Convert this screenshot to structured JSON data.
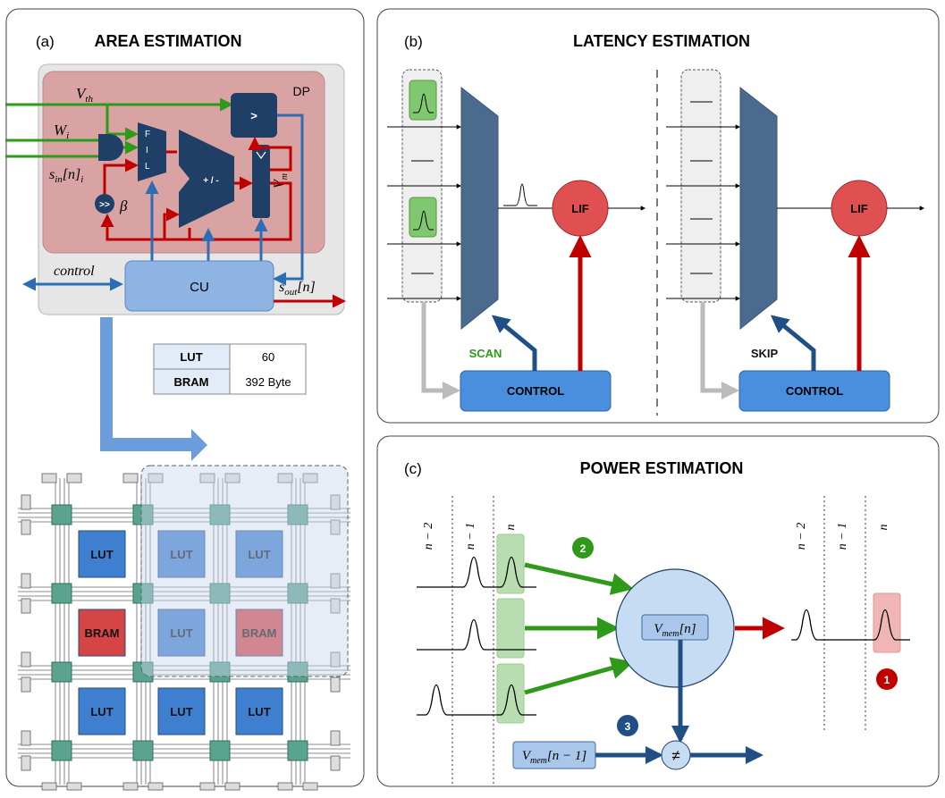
{
  "panel_a": {
    "tag": "(a)",
    "title": "AREA ESTIMATION",
    "dp_label": "DP",
    "signals": {
      "vth": "V",
      "vth_sub": "th",
      "wi": "W",
      "wi_sub": "i",
      "sin": "s",
      "sin_sub": "in",
      "sin_rest": "[n]",
      "sin_sub2": "i",
      "beta": "β",
      "vm": "V",
      "vm_sub": "m",
      "control": "control",
      "sout": "s",
      "sout_sub": "out",
      "sout_rest": "[n]"
    },
    "blocks": {
      "compare": ">",
      "shift": ">>",
      "addsub": "+ / -",
      "mux": [
        "F",
        "I",
        "L"
      ],
      "cu": "CU"
    },
    "resource_table": [
      {
        "resource": "LUT",
        "value": "60"
      },
      {
        "resource": "BRAM",
        "value": "392 Byte"
      }
    ],
    "fpga_cells": [
      "LUT",
      "LUT",
      "LUT",
      "BRAM",
      "LUT",
      "BRAM",
      "LUT",
      "LUT",
      "LUT"
    ]
  },
  "panel_b": {
    "tag": "(b)",
    "title": "LATENCY ESTIMATION",
    "neuron_label": "LIF",
    "control_label": "CONTROL",
    "left_mode": "SCAN",
    "right_mode": "SKIP"
  },
  "panel_c": {
    "tag": "(c)",
    "title": "POWER ESTIMATION",
    "time_labels": [
      "n − 2",
      "n − 1",
      "n"
    ],
    "vmem_label": "V",
    "vmem_sub": "mem",
    "vmem_rest": "[n]",
    "vmem_prev_rest": "[n − 1]",
    "neq": "≠",
    "markers": [
      "2",
      "3",
      "1"
    ]
  },
  "colors": {
    "dp_fill": "#d9a0a0",
    "dark_blue": "#1f3f66",
    "light_blue": "#8db4e2",
    "red": "#c00000",
    "green": "#3aa020",
    "lif_red": "#e05050",
    "control_blue": "#4a8fdd"
  }
}
